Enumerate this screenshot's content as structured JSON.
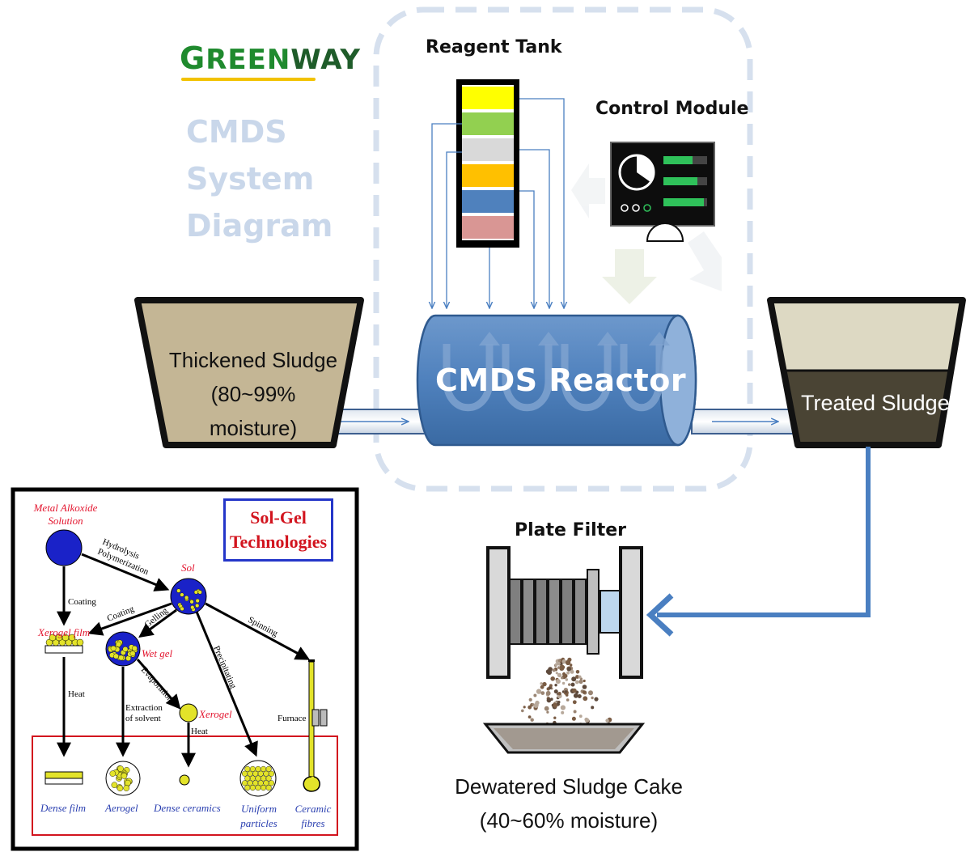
{
  "brand": {
    "name_first": "G",
    "name_rest": "REEN",
    "name_end": "WAY"
  },
  "system_title": {
    "line1": "CMDS",
    "line2": "System",
    "line3": "Diagram"
  },
  "reagent_tank": {
    "label": "Reagent Tank",
    "layer_colors": [
      "#ffff00",
      "#92d050",
      "#d9d9d9",
      "#ffc000",
      "#4f81bd",
      "#d99694"
    ]
  },
  "control_module": {
    "label": "Control Module"
  },
  "thickened_sludge": {
    "line1": "Thickened Sludge",
    "line2": "(80~99% moisture)"
  },
  "reactor": {
    "label": "CMDS Reactor"
  },
  "treated_sludge": {
    "label": "Treated Sludge"
  },
  "plate_filter": {
    "label": "Plate Filter"
  },
  "dewatered_cake": {
    "line1": "Dewatered Sludge Cake",
    "line2": "(40~60% moisture)"
  },
  "sol_gel": {
    "title_line1": "Sol-Gel",
    "title_line2": "Technologies",
    "metal_alkoxide_line1": "Metal Alkoxide",
    "metal_alkoxide_line2": "Solution",
    "hydrolysis_line1": "Hydrolysis",
    "hydrolysis_line2": "Polymerization",
    "sol": "Sol",
    "coating_left": "Coating",
    "coating_mid": "Coating",
    "gelling": "Gelling",
    "spinning": "Spinning",
    "xerogel_film": "Xerogel film",
    "wet_gel": "Wet gel",
    "evaporation": "Evaporation",
    "precipitating": "Precipitating",
    "heat_left": "Heat",
    "extraction_line1": "Extraction",
    "extraction_line2": "of solvent",
    "xerogel": "Xerogel",
    "heat_mid": "Heat",
    "furnace": "Furnace",
    "dense_film": "Dense film",
    "aerogel": "Aerogel",
    "dense_ceramics": "Dense ceramics",
    "uniform_line1": "Uniform",
    "uniform_line2": "particles",
    "ceramic_line1": "Ceramic",
    "ceramic_line2": "fibres"
  },
  "colors": {
    "brand_green": "#1f8a2e",
    "title_pale_blue": "#c9d7ea",
    "reactor_blue": "#4f81bd",
    "arrow_blue": "#4a7fc1",
    "thickened_fill": "#c4b695",
    "treated_top": "#ddd9c3",
    "treated_bottom": "#4a4434"
  }
}
